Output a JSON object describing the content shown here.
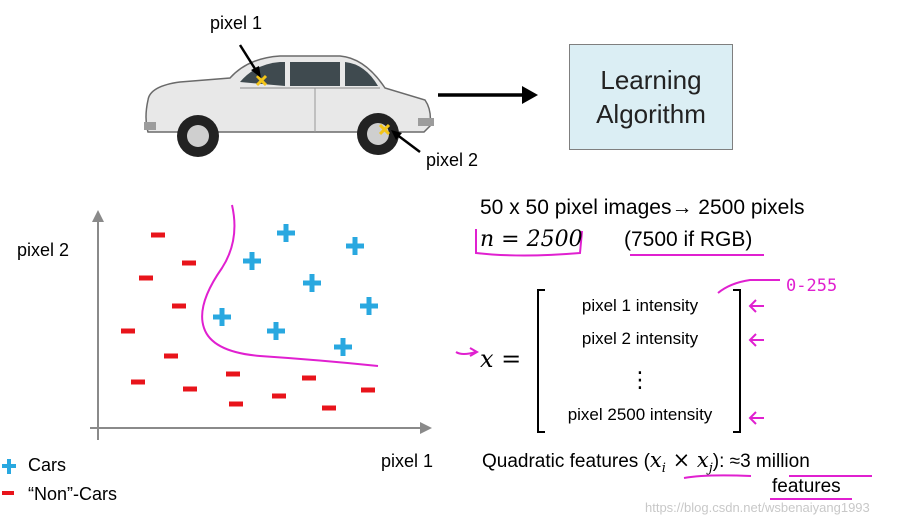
{
  "labels": {
    "pixel1_top": "pixel 1",
    "pixel2_top": "pixel 2",
    "algorithm_line1": "Learning",
    "algorithm_line2": "Algorithm",
    "yaxis": "pixel 2",
    "xaxis": "pixel 1"
  },
  "legend": {
    "cars": "Cars",
    "noncars": "“Non”-Cars"
  },
  "text": {
    "images_line": "50 x 50 pixel images→ 2500 pixels",
    "n_eq": "n = 2500",
    "rgb": "(7500 if RGB)",
    "range_note": "0-255",
    "x_eq": "x =",
    "vector": [
      "pixel 1 intensity",
      "pixel 2 intensity",
      "⋮",
      "pixel 2500 intensity"
    ],
    "quad_prefix": "Quadratic features (",
    "quad_math": "x",
    "quad_suffix": "): ≈3 million",
    "features": "features",
    "watermark": "https://blog.csdn.net/wsbenaiyang1993"
  },
  "colors": {
    "cars": "#29a8e0",
    "noncars": "#e8141b",
    "ink": "#e020d0",
    "box": "#dbeef4"
  }
}
